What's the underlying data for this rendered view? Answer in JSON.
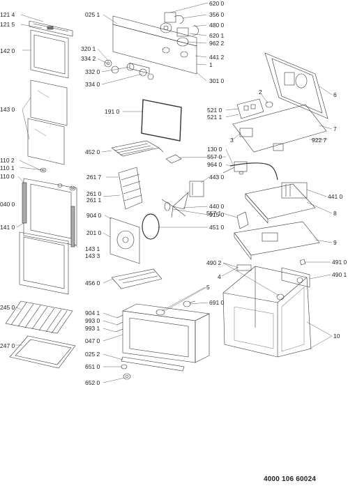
{
  "document_number": "4000 106 60024",
  "part_labels": {
    "l1214": "121 4",
    "l1215": "121 5",
    "l1420": "142 0",
    "l1430": "143 0",
    "l1102": "110 2",
    "l1101": "110 1",
    "l1100": "110 0",
    "l0400": "040 0",
    "l1410": "141 0",
    "l2450": "245 0",
    "l2470": "247 0",
    "l0251": "025 1",
    "l3201": "320 1",
    "l3342": "334 2",
    "l3320": "332 0",
    "l3340": "334 0",
    "l1910": "191 0",
    "l4520": "452 0",
    "l2617": "261 7",
    "l2610": "261 0",
    "l2611": "261 1",
    "l9040": "904 0",
    "l2010": "201 0",
    "l1431": "143 1",
    "l1433": "143 3",
    "l4560": "456 0",
    "l9041": "904 1",
    "l9930": "993 0",
    "l9931": "993 1",
    "l0470": "047 0",
    "l0252": "025 2",
    "l6510": "651 0",
    "l6520": "652 0",
    "l6200": "620 0",
    "l3560": "356 0",
    "l4800": "480 0",
    "l6201": "620 1",
    "l9622": "962 2",
    "l4412": "441 2",
    "l3010": "301 0",
    "l5210": "521 0",
    "l5211": "521 1",
    "l1300": "130 0",
    "l5570": "557 0",
    "l9640": "964 0",
    "l4430": "443 0",
    "l4400": "440 0",
    "l9150": "915 0",
    "l4510": "451 0",
    "l5571": "557 1",
    "l6910": "691 0",
    "l9227": "922 7",
    "l4410": "441 0",
    "l4902": "490 2",
    "l4910": "491 0",
    "l4901": "490 1"
  },
  "callouts": {
    "c1": "1",
    "c2": "2",
    "c3": "3",
    "c4": "4",
    "c5": "5",
    "c6": "6",
    "c7": "7",
    "c8": "8",
    "c9": "9",
    "c10": "10"
  }
}
